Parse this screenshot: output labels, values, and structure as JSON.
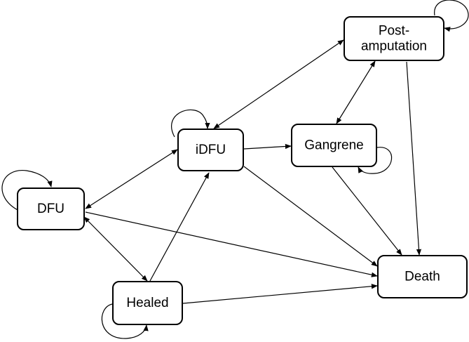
{
  "diagram": {
    "type": "state-transition",
    "nodes": [
      {
        "id": "dfu",
        "label_lines": [
          "DFU"
        ]
      },
      {
        "id": "idfu",
        "label_lines": [
          "iDFU"
        ]
      },
      {
        "id": "gangrene",
        "label_lines": [
          "Gangrene"
        ]
      },
      {
        "id": "post-amputation",
        "label_lines": [
          "Post-",
          "amputation"
        ]
      },
      {
        "id": "healed",
        "label_lines": [
          "Healed"
        ]
      },
      {
        "id": "death",
        "label_lines": [
          "Death"
        ]
      }
    ],
    "edges": [
      {
        "from": "dfu",
        "to": "idfu",
        "direction": "both"
      },
      {
        "from": "dfu",
        "to": "healed",
        "direction": "both"
      },
      {
        "from": "dfu",
        "to": "death",
        "direction": "forward"
      },
      {
        "from": "healed",
        "to": "idfu",
        "direction": "forward"
      },
      {
        "from": "healed",
        "to": "death",
        "direction": "forward"
      },
      {
        "from": "idfu",
        "to": "gangrene",
        "direction": "forward"
      },
      {
        "from": "idfu",
        "to": "post-amputation",
        "direction": "both"
      },
      {
        "from": "idfu",
        "to": "death",
        "direction": "forward"
      },
      {
        "from": "gangrene",
        "to": "post-amputation",
        "direction": "both"
      },
      {
        "from": "gangrene",
        "to": "death",
        "direction": "forward"
      },
      {
        "from": "post-amputation",
        "to": "death",
        "direction": "forward"
      }
    ],
    "self_loops": [
      "dfu",
      "idfu",
      "gangrene",
      "post-amputation",
      "healed"
    ]
  }
}
